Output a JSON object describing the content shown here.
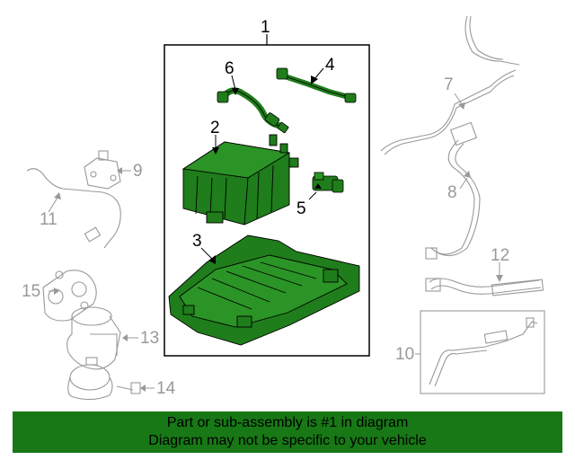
{
  "callouts": {
    "c1": "1",
    "c2": "2",
    "c3": "3",
    "c4": "4",
    "c5": "5",
    "c6": "6",
    "c7": "7",
    "c8": "8",
    "c9": "9",
    "c10": "10",
    "c11": "11",
    "c12": "12",
    "c13": "13",
    "c14": "14",
    "c15": "15"
  },
  "banner": {
    "line1": "Part or sub-assembly is #1 in diagram",
    "line2": "Diagram may not be specific to your vehicle"
  },
  "colors": {
    "highlight": "#177815",
    "part_fill": "#1f7d1b",
    "part_outline": "#000000",
    "context_lines": "#999999"
  }
}
